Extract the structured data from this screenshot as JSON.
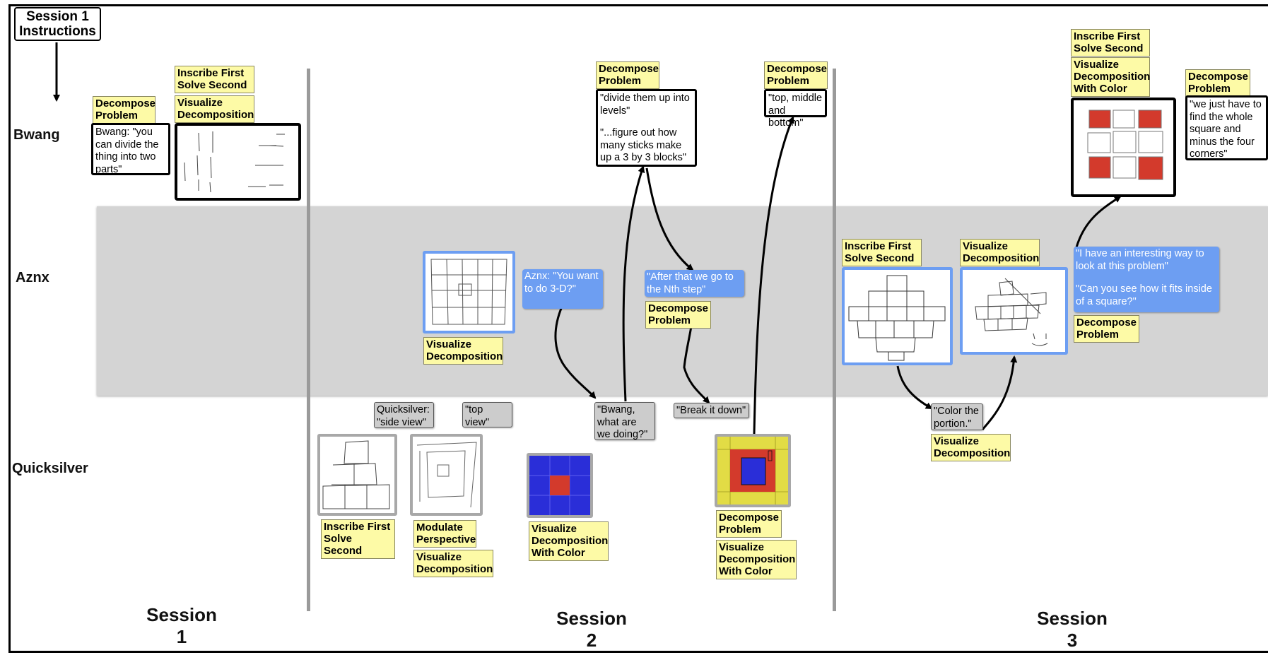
{
  "instructions": "Session 1 Instructions",
  "rows": {
    "bwang": "Bwang",
    "aznx": "Aznx",
    "quicksilver": "Quicksilver"
  },
  "sessions": {
    "s1": "Session 1",
    "s2": "Session 2",
    "s3": "Session 3"
  },
  "tags": {
    "s1_bwang_decompose": "Decompose Problem",
    "s1_bwang_inscribe": "Inscribe First Solve Second",
    "s1_bwang_visualize": "Visualize Decomposition",
    "s2_aznx_visualize": "Visualize Decomposition",
    "s2_q_inscribe": "Inscribe First Solve Second",
    "s2_q_modulate": "Modulate Perspective",
    "s2_q_visualize": "Visualize Decomposition",
    "s2_q_color": "Visualize Decomposition With Color",
    "s2_bwang_decompose_a": "Decompose Problem",
    "s2_aznx_decompose": "Decompose Problem",
    "s2_bwang_decompose_b": "Decompose Problem",
    "s2_q_decompose": "Decompose Problem",
    "s2_q_color2": "Visualize Decomposition With Color",
    "s3_aznx_inscribe": "Inscribe First Solve Second",
    "s3_aznx_visualize": "Visualize Decomposition",
    "s3_q_visualize": "Visualize Decomposition",
    "s3_bwang_inscribe": "Inscribe First Solve Second",
    "s3_bwang_color": "Visualize Decomposition With Color",
    "s3_bwang_decompose": "Decompose Problem",
    "s3_aznx_decompose": "Decompose Problem"
  },
  "quotes": {
    "bwang_s1": "Bwang: \"you can divide the thing into two parts\"",
    "bwang_levels": "\"divide them up into levels\"",
    "bwang_sticks": "\"...figure out how many sticks make up a 3 by 3 blocks\"",
    "bwang_topmid": "\"top, middle and bottom\"",
    "bwang_square": "\"we just have to find the whole square and minus the four corners\"",
    "aznx_3d": "Aznx: \"You want to do 3-D?\"",
    "aznx_nth": "\"After that we go to the Nth step\"",
    "aznx_interesting": "\"I have an interesting way to look at this problem\"",
    "aznx_fits": "\"Can you see how it fits inside of a square?\"",
    "q_side": "Quicksilver: \"side view\"",
    "q_top": "\"top view\"",
    "q_bwang": "\"Bwang, what are we doing?\"",
    "q_break": "\"Break it down\"",
    "q_color": "\"Color the portion.\""
  },
  "colors": {
    "tag_fill": "#fdfaa6",
    "aznx_bubble": "#6d9ef2",
    "band": "#d4d4d4",
    "square_red": "#d33a2c",
    "square_blue": "#2a2ed8",
    "square_yellow": "#e2dc45"
  }
}
